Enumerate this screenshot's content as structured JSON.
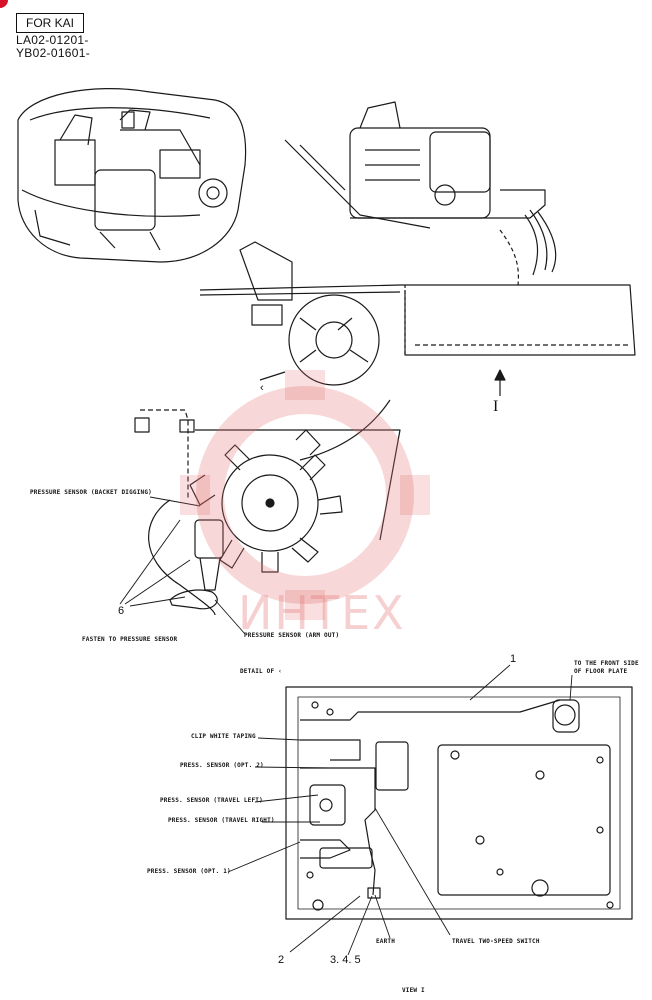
{
  "header": {
    "box_label": "FOR KAI",
    "serial_1": "LA02-01201-",
    "serial_2": "YB02-01601-"
  },
  "watermark": {
    "text": "ИНТЕХ",
    "color": "#e36f6f"
  },
  "callouts": {
    "detail_mark": "‹",
    "view_mark": "I",
    "pressure_sensor_bucket": "PRESSURE SENSOR (BACKET DIGGING)",
    "fasten": "FASTEN TO PRESSURE SENSOR",
    "pressure_sensor_arm": "PRESSURE SENSOR (ARM OUT)",
    "item_6": "6"
  },
  "detail": {
    "title": "DETAIL OF ‹",
    "to_front": "TO THE FRONT SIDE OF FLOOR PLATE",
    "clip": "CLIP WHITE TAPING",
    "opt2": "PRESS. SENSOR (OPT. 2)",
    "travel_left": "PRESS. SENSOR (TRAVEL LEFT)",
    "travel_right": "PRESS. SENSOR (TRAVEL RIGHT)",
    "opt1": "PRESS. SENSOR (OPT. 1)",
    "earth": "EARTH",
    "two_speed": "TRAVEL TWO-SPEED SWITCH",
    "item_1": "1",
    "item_2": "2",
    "item_345": "3. 4. 5",
    "view": "VIEW I"
  }
}
